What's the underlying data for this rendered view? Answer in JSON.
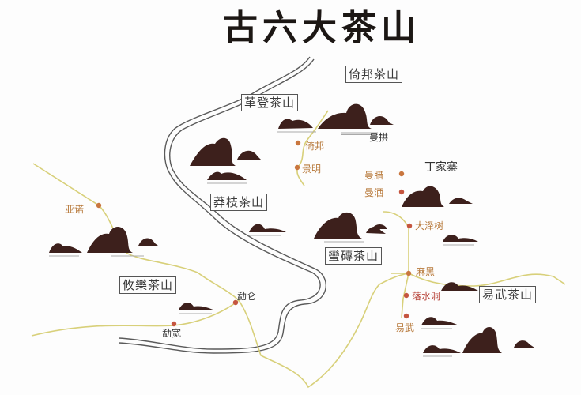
{
  "title": "古六大茶山",
  "colors": {
    "mountain": "#3d201c",
    "road": "#5a5a5a",
    "route": "#d8d07a",
    "dot": "#c9763e",
    "dot_red": "#c5553f",
    "place_text": "#b87a3c",
    "label_border": "#555555"
  },
  "regions": [
    {
      "id": "gedeng",
      "label": "革登茶山"
    },
    {
      "id": "yibang",
      "label": "倚邦茶山"
    },
    {
      "id": "mangzhi",
      "label": "莽枝茶山"
    },
    {
      "id": "manzhuan",
      "label": "蠻磚茶山"
    },
    {
      "id": "youle",
      "label": "攸樂茶山"
    },
    {
      "id": "yiwu",
      "label": "易武茶山"
    }
  ],
  "places": [
    {
      "id": "yibang",
      "label": "倚邦"
    },
    {
      "id": "jingming",
      "label": "景明"
    },
    {
      "id": "manggong",
      "label": "曼拱"
    },
    {
      "id": "mangla",
      "label": "曼腊"
    },
    {
      "id": "mangsa",
      "label": "曼洒"
    },
    {
      "id": "dingjiazhai",
      "label": "丁家寨"
    },
    {
      "id": "dazeshu",
      "label": "大泽树"
    },
    {
      "id": "mahei",
      "label": "麻黑"
    },
    {
      "id": "luoshuidong",
      "label": "落水洞"
    },
    {
      "id": "yiwu",
      "label": "易武"
    },
    {
      "id": "yanuo",
      "label": "亚诺"
    },
    {
      "id": "menglun",
      "label": "勐仑"
    },
    {
      "id": "mengkuan",
      "label": "勐宽"
    }
  ]
}
